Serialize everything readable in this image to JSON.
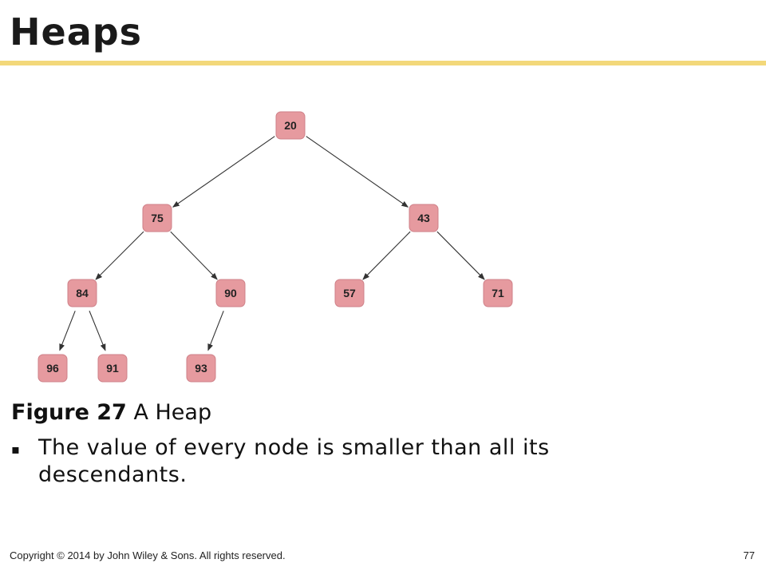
{
  "slide": {
    "title": "Heaps",
    "caption_label": "Figure 27",
    "caption_text": " A Heap",
    "bullet_marker": "▪",
    "bullet_text": "The value of every node is smaller than all its descendants.",
    "footer_copyright": "Copyright © 2014 by John Wiley & Sons.  All rights reserved.",
    "page_number": "77"
  },
  "colors": {
    "title_rule": "#f3d87a",
    "node_fill": "#e69a9f",
    "node_stroke": "#cf8088",
    "edge": "#333333"
  },
  "heap": {
    "nodes": [
      {
        "id": "n20",
        "value": "20"
      },
      {
        "id": "n75",
        "value": "75"
      },
      {
        "id": "n43",
        "value": "43"
      },
      {
        "id": "n84",
        "value": "84"
      },
      {
        "id": "n90",
        "value": "90"
      },
      {
        "id": "n57",
        "value": "57"
      },
      {
        "id": "n71",
        "value": "71"
      },
      {
        "id": "n96",
        "value": "96"
      },
      {
        "id": "n91",
        "value": "91"
      },
      {
        "id": "n93",
        "value": "93"
      }
    ],
    "edges": [
      {
        "from": "n20",
        "to": "n75"
      },
      {
        "from": "n20",
        "to": "n43"
      },
      {
        "from": "n75",
        "to": "n84"
      },
      {
        "from": "n75",
        "to": "n90"
      },
      {
        "from": "n43",
        "to": "n57"
      },
      {
        "from": "n43",
        "to": "n71"
      },
      {
        "from": "n84",
        "to": "n96"
      },
      {
        "from": "n84",
        "to": "n91"
      },
      {
        "from": "n90",
        "to": "n93"
      }
    ]
  }
}
